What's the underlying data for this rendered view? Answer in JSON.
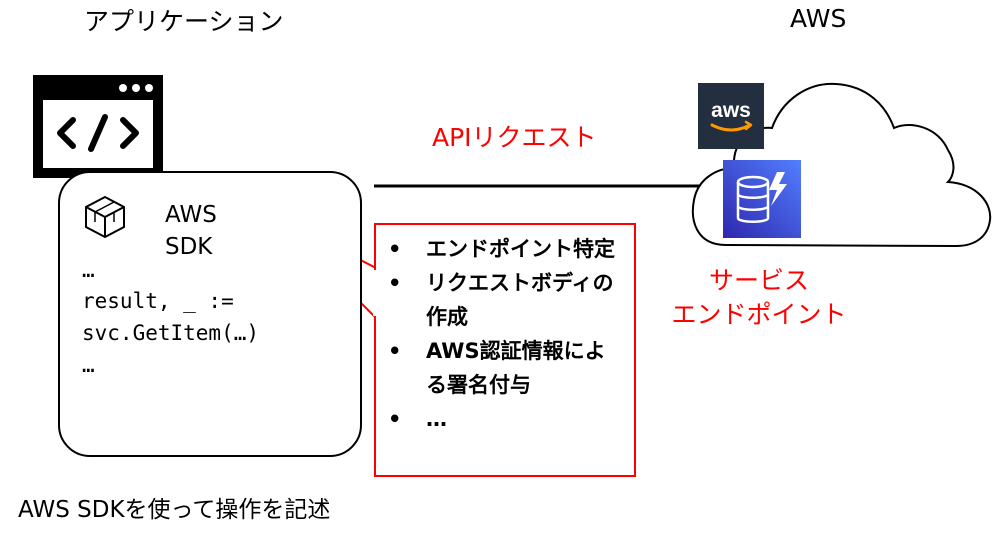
{
  "labels": {
    "app_title": "アプリケーション",
    "aws_title": "AWS",
    "api_request": "APIリクエスト",
    "service_endpoint_line1": "サービス",
    "service_endpoint_line2": "エンドポイント",
    "footer": "AWS SDKを使って操作を記述"
  },
  "sdk": {
    "label_line1": "AWS",
    "label_line2": "SDK",
    "code": [
      "…",
      "result, _ :=",
      "svc.GetItem(…)",
      "…"
    ]
  },
  "steps": [
    "エンドポイント特定",
    "リクエストボディの作成",
    "AWS認証情報による署名付与",
    "…"
  ],
  "colors": {
    "accent_red": "#ff0000",
    "aws_dark": "#232f3e",
    "aws_orange": "#ff9900",
    "dynamodb_start": "#2e27ad",
    "dynamodb_end": "#527fff"
  },
  "icons": {
    "application": "code-window-icon",
    "sdk": "cube-icon",
    "aws_logo": "aws-logo-icon",
    "service": "dynamodb-icon",
    "cloud": "cloud-icon"
  }
}
